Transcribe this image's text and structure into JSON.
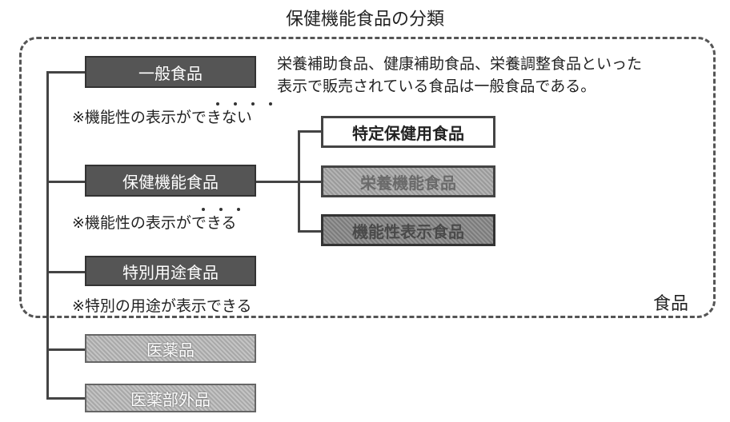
{
  "title": "保健機能食品の分類",
  "region_label": "食品",
  "categories": {
    "general": "一般食品",
    "health": "保健機能食品",
    "special": "特別用途食品",
    "medicine": "医薬品",
    "quasi_drug": "医薬部外品"
  },
  "health_subtypes": {
    "specified": "特定保健用食品",
    "nutrient": "栄養機能食品",
    "functional": "機能性表示食品"
  },
  "notes": {
    "general": "※機能性の表示ができない",
    "health": "※機能性の表示ができる",
    "special": "※特別の用途が表示できる"
  },
  "description": {
    "line1": "栄養補助食品、健康補助食品、栄養調整食品といった",
    "line2": "表示で販売されている食品は一般食品である。"
  }
}
